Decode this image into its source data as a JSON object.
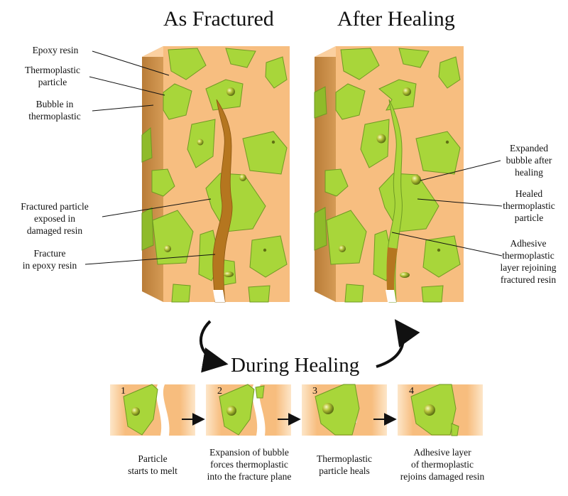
{
  "titles": {
    "fractured": "As Fractured",
    "healed": "After Healing",
    "during": "During Healing"
  },
  "left_labels": {
    "epoxy": [
      "Epoxy resin"
    ],
    "thermoplastic": [
      "Thermoplastic",
      "particle"
    ],
    "bubble": [
      "Bubble in",
      "thermoplastic"
    ],
    "fractured_particle": [
      "Fractured particle",
      "exposed in",
      "damaged resin"
    ],
    "fracture": [
      "Fracture",
      "in epoxy resin"
    ]
  },
  "right_labels": {
    "expanded_bubble": [
      "Expanded",
      "bubble after",
      "healing"
    ],
    "healed_particle": [
      "Healed",
      "thermoplastic",
      "particle"
    ],
    "adhesive_layer": [
      "Adhesive",
      "thermoplastic",
      "layer rejoining",
      "fractured resin"
    ]
  },
  "steps": [
    {
      "number": "1",
      "caption": [
        "Particle",
        "starts to melt"
      ]
    },
    {
      "number": "2",
      "caption": [
        "Expansion of bubble",
        "forces thermoplastic",
        "into the fracture plane"
      ]
    },
    {
      "number": "3",
      "caption": [
        "Thermoplastic",
        "particle heals"
      ]
    },
    {
      "number": "4",
      "caption": [
        "Adhesive layer",
        "of thermoplastic",
        "rejoins damaged resin"
      ]
    }
  ],
  "colors": {
    "resin_front": "#f7be80",
    "resin_side": "#c98c45",
    "resin_top": "#fbd3a2",
    "particle": "#a8d63a",
    "particle_edge": "#6f9a23",
    "crack": "#b5761f"
  }
}
